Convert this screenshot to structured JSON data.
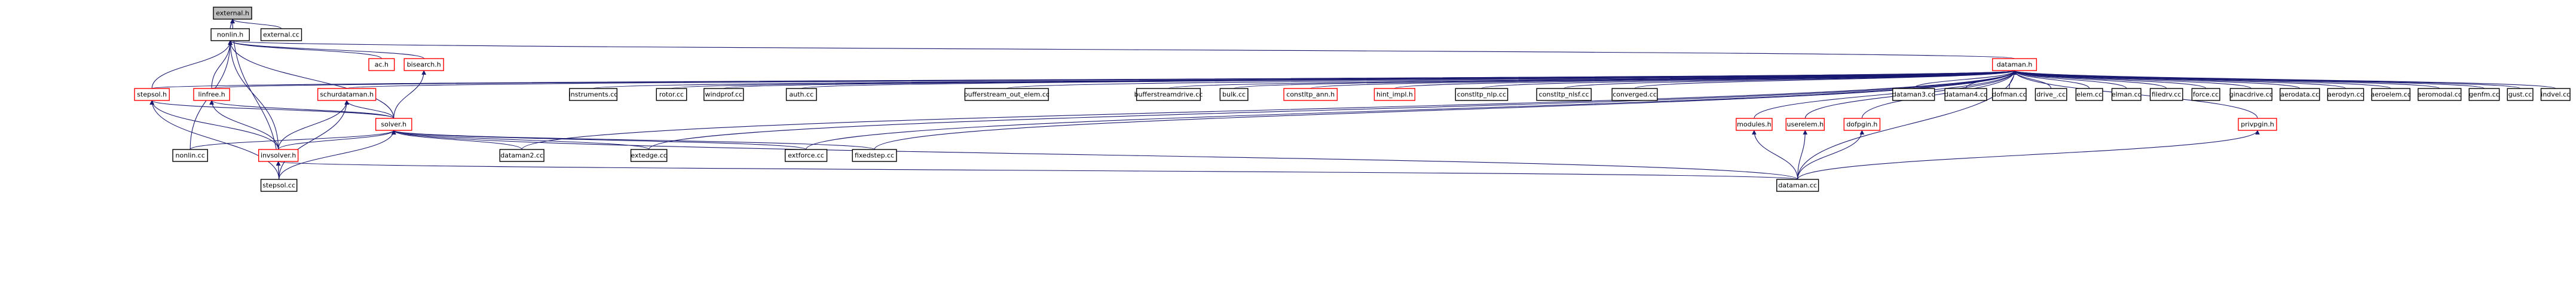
{
  "colors": {
    "edge": "#191970",
    "root_fill": "#bfbfbf",
    "red_border": "#ff0000",
    "black_border": "#000000"
  },
  "nodes": {
    "external_h": "external.h",
    "external_cc": "external.cc",
    "nonlin_h": "nonlin.h",
    "ac_h": "ac.h",
    "bisec_h": "bisearch.h",
    "dataman_h": "dataman.h",
    "stepsol_h": "stepsol.h",
    "linfree_h": "linfree.h",
    "schur_h": "schurdataman.h",
    "solver_h": "solver.h",
    "nonlin_cc": "nonlin.cc",
    "invsolver_h": "invsolver.h",
    "stepsol_cc": "stepsol.cc",
    "dataman2_cc": "dataman2.cc",
    "extedge_cc": "extedge.cc",
    "extforce_cc": "extforce.cc",
    "fixedstep_cc": "fixedstep.cc",
    "instruments_cc": "instruments.cc",
    "rotor_cc": "rotor.cc",
    "windprof_cc": "windprof.cc",
    "aeromodal_cc_a": "auth.cc",
    "bufferstream_out_cc": "bufferstream_out_elem.cc",
    "bufferstreamdrive_cc": "bufferstreamdrive.cc",
    "bulk_cc": "bulk.cc",
    "constltp_ann_h": "constltp_ann.h",
    "hint_impl_h": "hint_impl.h",
    "constltp_nlp_cc": "constltp_nlp.cc",
    "constltp_nlsf_cc": "constltp_nlsf.cc",
    "converged_cc": "converged.cc",
    "modules_h": "modules.h",
    "userelem_h": "userelem.h",
    "dofplugin_h": "dofpgin.h",
    "dataman3_cc": "dataman3.cc",
    "dataman4_cc": "dataman4.cc",
    "dofman_cc": "dofman.cc",
    "drive_cc": "drive_.cc",
    "elem_cc": "elem.cc",
    "elman_cc": "elman.cc",
    "filedrv_cc": "filedrv.cc",
    "force_cc": "force.cc",
    "ginacdrive_cc": "ginacdrive.cc",
    "aerodata_cc": "aerodata.cc",
    "aerodyn_cc": "aerodyn.cc",
    "aeroelem_cc": "aeroelem.cc",
    "aeromodal_cc": "aeromodal.cc",
    "genfm_cc": "genfm.cc",
    "gust_cc": "gust.cc",
    "indvel_cc": "indvel.cc",
    "privplugin_h": "privpgin.h",
    "dataman_cc": "dataman.cc"
  }
}
